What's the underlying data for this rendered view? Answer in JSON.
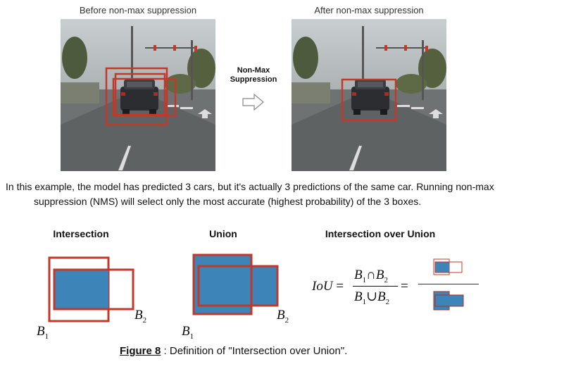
{
  "top": {
    "left_title": "Before non-max suppression",
    "right_title": "After non-max suppression",
    "arrow_label_line1": "Non-Max",
    "arrow_label_line2": "Suppression",
    "arrow_icon": "outline-right-arrow-icon"
  },
  "caption": {
    "line1": "In this example, the model has predicted 3 cars, but it's actually 3 predictions of the same car. Running non-max",
    "line2": "suppression (NMS) will select only the most accurate (highest probability) of the 3 boxes."
  },
  "panels": {
    "intersection_title": "Intersection",
    "union_title": "Union",
    "iou_title": "Intersection over Union",
    "b1_label": "B",
    "b1_sub": "1",
    "b2_label": "B",
    "b2_sub": "2"
  },
  "formula": {
    "lhs": "IoU",
    "equals": "=",
    "num_b": "B",
    "num_sub1": "1",
    "num_op": "∩",
    "num_sub2": "2",
    "den_op": "∪"
  },
  "figure_caption": {
    "number": "Figure 8",
    "text": ": Definition of \"Intersection over Union\"."
  },
  "colors": {
    "box_red": "#c0392b",
    "fill_blue": "#3d85b8",
    "fill_blue_dark": "#2f6f9f"
  }
}
